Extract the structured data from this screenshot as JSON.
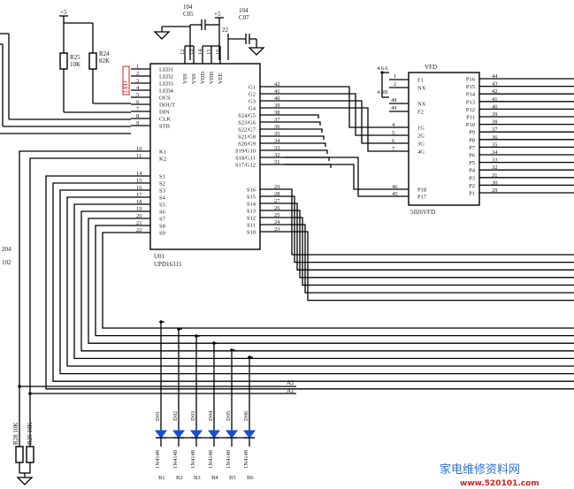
{
  "colors": {
    "wire": "#000000",
    "watermark_blue": "#2f6fd0",
    "watermark_red": "#d02020",
    "led_label_red": "#cc2222"
  },
  "power": {
    "vcc1": "+5",
    "vcc2": "+5"
  },
  "caps": {
    "c05_value": "104",
    "c05_ref": "C05",
    "c07_value": "104",
    "c07_ref": "C07",
    "c22": "22"
  },
  "resistors": {
    "r25_ref": "R25",
    "r25_val": "10K",
    "r24_ref": "R24",
    "r24_val": "82K",
    "r28": "R28 10K",
    "r29": "R29 10K",
    "left_a": "204",
    "left_b": "102"
  },
  "u01": {
    "ref": "U01",
    "part": "UPD16315",
    "top_pins": [
      "VSS",
      "VSS",
      "VDD",
      "VDD",
      "VEE"
    ],
    "top_pin_nums": [
      "12",
      "13",
      "14",
      "15",
      "16"
    ],
    "left_pins": [
      {
        "n": "1",
        "l": "LED1"
      },
      {
        "n": "2",
        "l": "LED2"
      },
      {
        "n": "3",
        "l": "LED3"
      },
      {
        "n": "4",
        "l": "LED4"
      },
      {
        "n": "5",
        "l": "OCS"
      },
      {
        "n": "6",
        "l": "DOUT"
      },
      {
        "n": "7",
        "l": "DIN"
      },
      {
        "n": "8",
        "l": "CLK"
      },
      {
        "n": "9",
        "l": "STB"
      },
      {
        "n": "10",
        "l": "K1"
      },
      {
        "n": "11",
        "l": "K2"
      },
      {
        "n": "14",
        "l": "S1"
      },
      {
        "n": "15",
        "l": "S2"
      },
      {
        "n": "16",
        "l": "S3"
      },
      {
        "n": "17",
        "l": "S4"
      },
      {
        "n": "18",
        "l": "S5"
      },
      {
        "n": "19",
        "l": "S6"
      },
      {
        "n": "20",
        "l": "S7"
      },
      {
        "n": "21",
        "l": "S8"
      },
      {
        "n": "22",
        "l": "S9"
      }
    ],
    "right_pins": [
      {
        "n": "42",
        "l": "G1"
      },
      {
        "n": "41",
        "l": "G2"
      },
      {
        "n": "40",
        "l": "G3"
      },
      {
        "n": "39",
        "l": "G4"
      },
      {
        "n": "38",
        "l": "S24/G5"
      },
      {
        "n": "37",
        "l": "S23/G6"
      },
      {
        "n": "36",
        "l": "S22/G7"
      },
      {
        "n": "35",
        "l": "S21/G8"
      },
      {
        "n": "34",
        "l": "S20/G9"
      },
      {
        "n": "33",
        "l": "S19/G10"
      },
      {
        "n": "32",
        "l": "S18/G11"
      },
      {
        "n": "31",
        "l": "S17/G12"
      },
      {
        "n": "29",
        "l": "S16"
      },
      {
        "n": "28",
        "l": "S15"
      },
      {
        "n": "27",
        "l": "S14"
      },
      {
        "n": "26",
        "l": "S13"
      },
      {
        "n": "25",
        "l": "S12"
      },
      {
        "n": "24",
        "l": "S11"
      },
      {
        "n": "23",
        "l": "S10"
      }
    ],
    "led_label": "LED"
  },
  "vfd": {
    "title": "VFD",
    "part": "5026VFD",
    "ext_labels": [
      "4.6A",
      "4.3B",
      "48",
      "49"
    ],
    "left_pins": [
      {
        "n": "",
        "l": "F1"
      },
      {
        "n": "",
        "l": "NX"
      },
      {
        "n": "",
        "l": "NX"
      },
      {
        "n": "",
        "l": "F2"
      },
      {
        "n": "4",
        "l": "1G"
      },
      {
        "n": "5",
        "l": "2G"
      },
      {
        "n": "6",
        "l": "3G"
      },
      {
        "n": "7",
        "l": "4G"
      },
      {
        "n": "46",
        "l": "P18"
      },
      {
        "n": "45",
        "l": "P17"
      }
    ],
    "left_small_nums": [
      "1",
      "2",
      "3"
    ],
    "right_pins": [
      {
        "n": "44",
        "l": "P16"
      },
      {
        "n": "43",
        "l": "P15"
      },
      {
        "n": "42",
        "l": "P14"
      },
      {
        "n": "41",
        "l": "P13"
      },
      {
        "n": "40",
        "l": "P12"
      },
      {
        "n": "39",
        "l": "P11"
      },
      {
        "n": "38",
        "l": "P10"
      },
      {
        "n": "37",
        "l": "P9"
      },
      {
        "n": "36",
        "l": "P8"
      },
      {
        "n": "35",
        "l": "P7"
      },
      {
        "n": "34",
        "l": "P6"
      },
      {
        "n": "33",
        "l": "P5"
      },
      {
        "n": "32",
        "l": "P4"
      },
      {
        "n": "31",
        "l": "P3"
      },
      {
        "n": "30",
        "l": "P2"
      },
      {
        "n": "29",
        "l": "P1"
      }
    ]
  },
  "bus": {
    "a2": "A2",
    "a1": "A1"
  },
  "diodes": {
    "refs": [
      "D01",
      "D02",
      "D03",
      "D04",
      "D05",
      "D06"
    ],
    "part": "1N4148",
    "btns": [
      "B1",
      "B2",
      "B3",
      "B4",
      "B5",
      "B6"
    ]
  },
  "watermark": {
    "line1": "家电维修资料网",
    "line2": "www.520101.com"
  }
}
